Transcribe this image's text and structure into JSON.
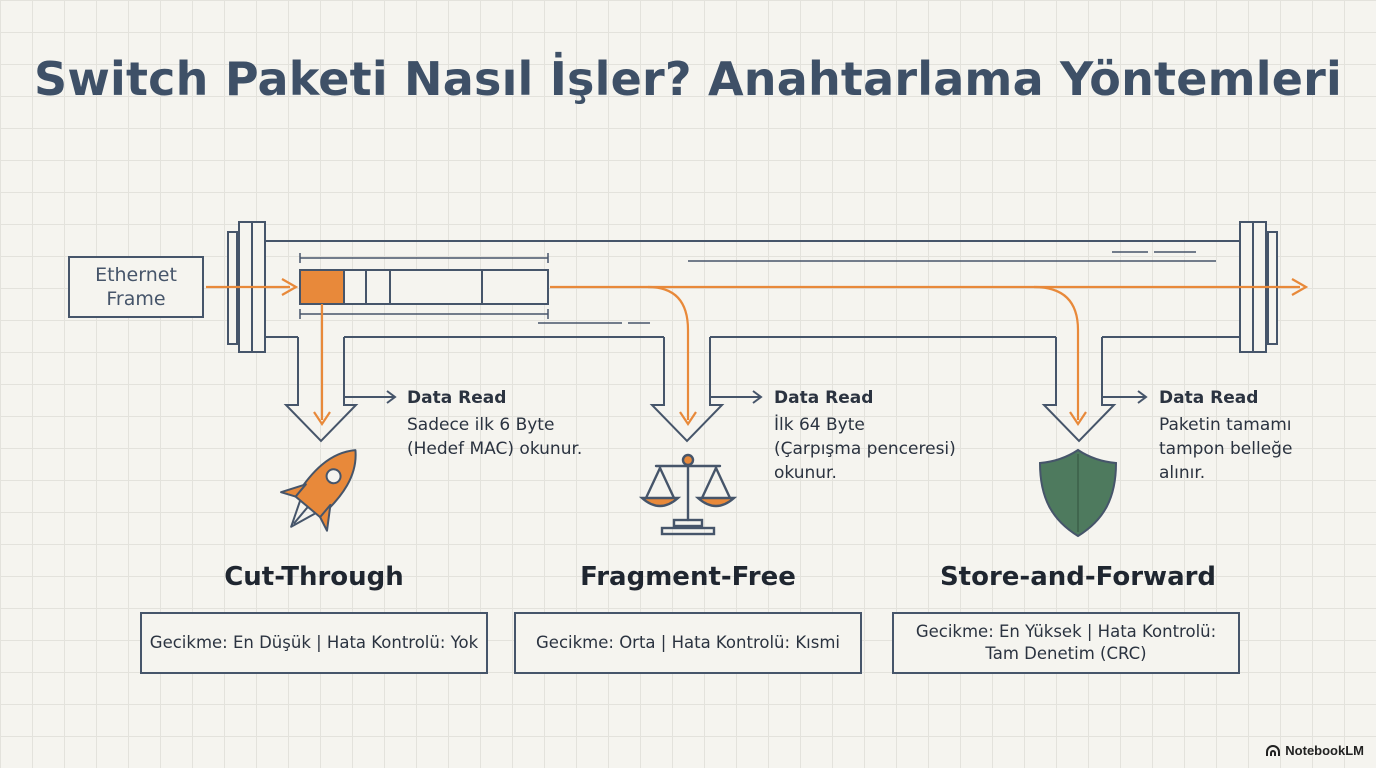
{
  "title": "Switch Paketi Nasıl İşler? Anahtarlama Yöntemleri",
  "frame_label": "Ethernet\nFrame",
  "methods": [
    {
      "name": "Cut-Through",
      "data_read_label": "Data Read",
      "data_read_text": "Sadece ilk 6 Byte\n(Hedef MAC) okunur.",
      "spec": "Gecikme: En Düşük | Hata Kontrolü: Yok",
      "icon": "rocket-icon"
    },
    {
      "name": "Fragment-Free",
      "data_read_label": "Data Read",
      "data_read_text": "İlk 64 Byte\n(Çarpışma penceresi)\nokunur.",
      "spec": "Gecikme: Orta | Hata Kontrolü: Kısmi",
      "icon": "balance-scale-icon"
    },
    {
      "name": "Store-and-Forward",
      "data_read_label": "Data Read",
      "data_read_text": "Paketin tamamı\ntampon belleğe\nalınır.",
      "spec": "Gecikme: En Yüksek | Hata Kontrolü:\nTam Denetim (CRC)",
      "icon": "shield-icon"
    }
  ],
  "brand": "NotebookLM",
  "colors": {
    "accent": "#e8893a",
    "line": "#46556a",
    "title": "#3e5067",
    "shield": "#4e7a5e",
    "background": "#f5f4ef"
  }
}
